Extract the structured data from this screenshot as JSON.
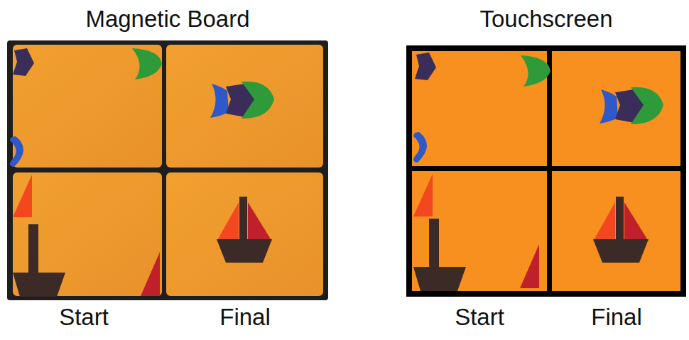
{
  "diagram": {
    "nodes": [
      {
        "text": [
          "Magnetic Board"
        ]
      },
      {
        "text": [
          "Touchscreen"
        ]
      }
    ],
    "labels": [
      "Start",
      "Final",
      "Start",
      "Final"
    ]
  }
}
